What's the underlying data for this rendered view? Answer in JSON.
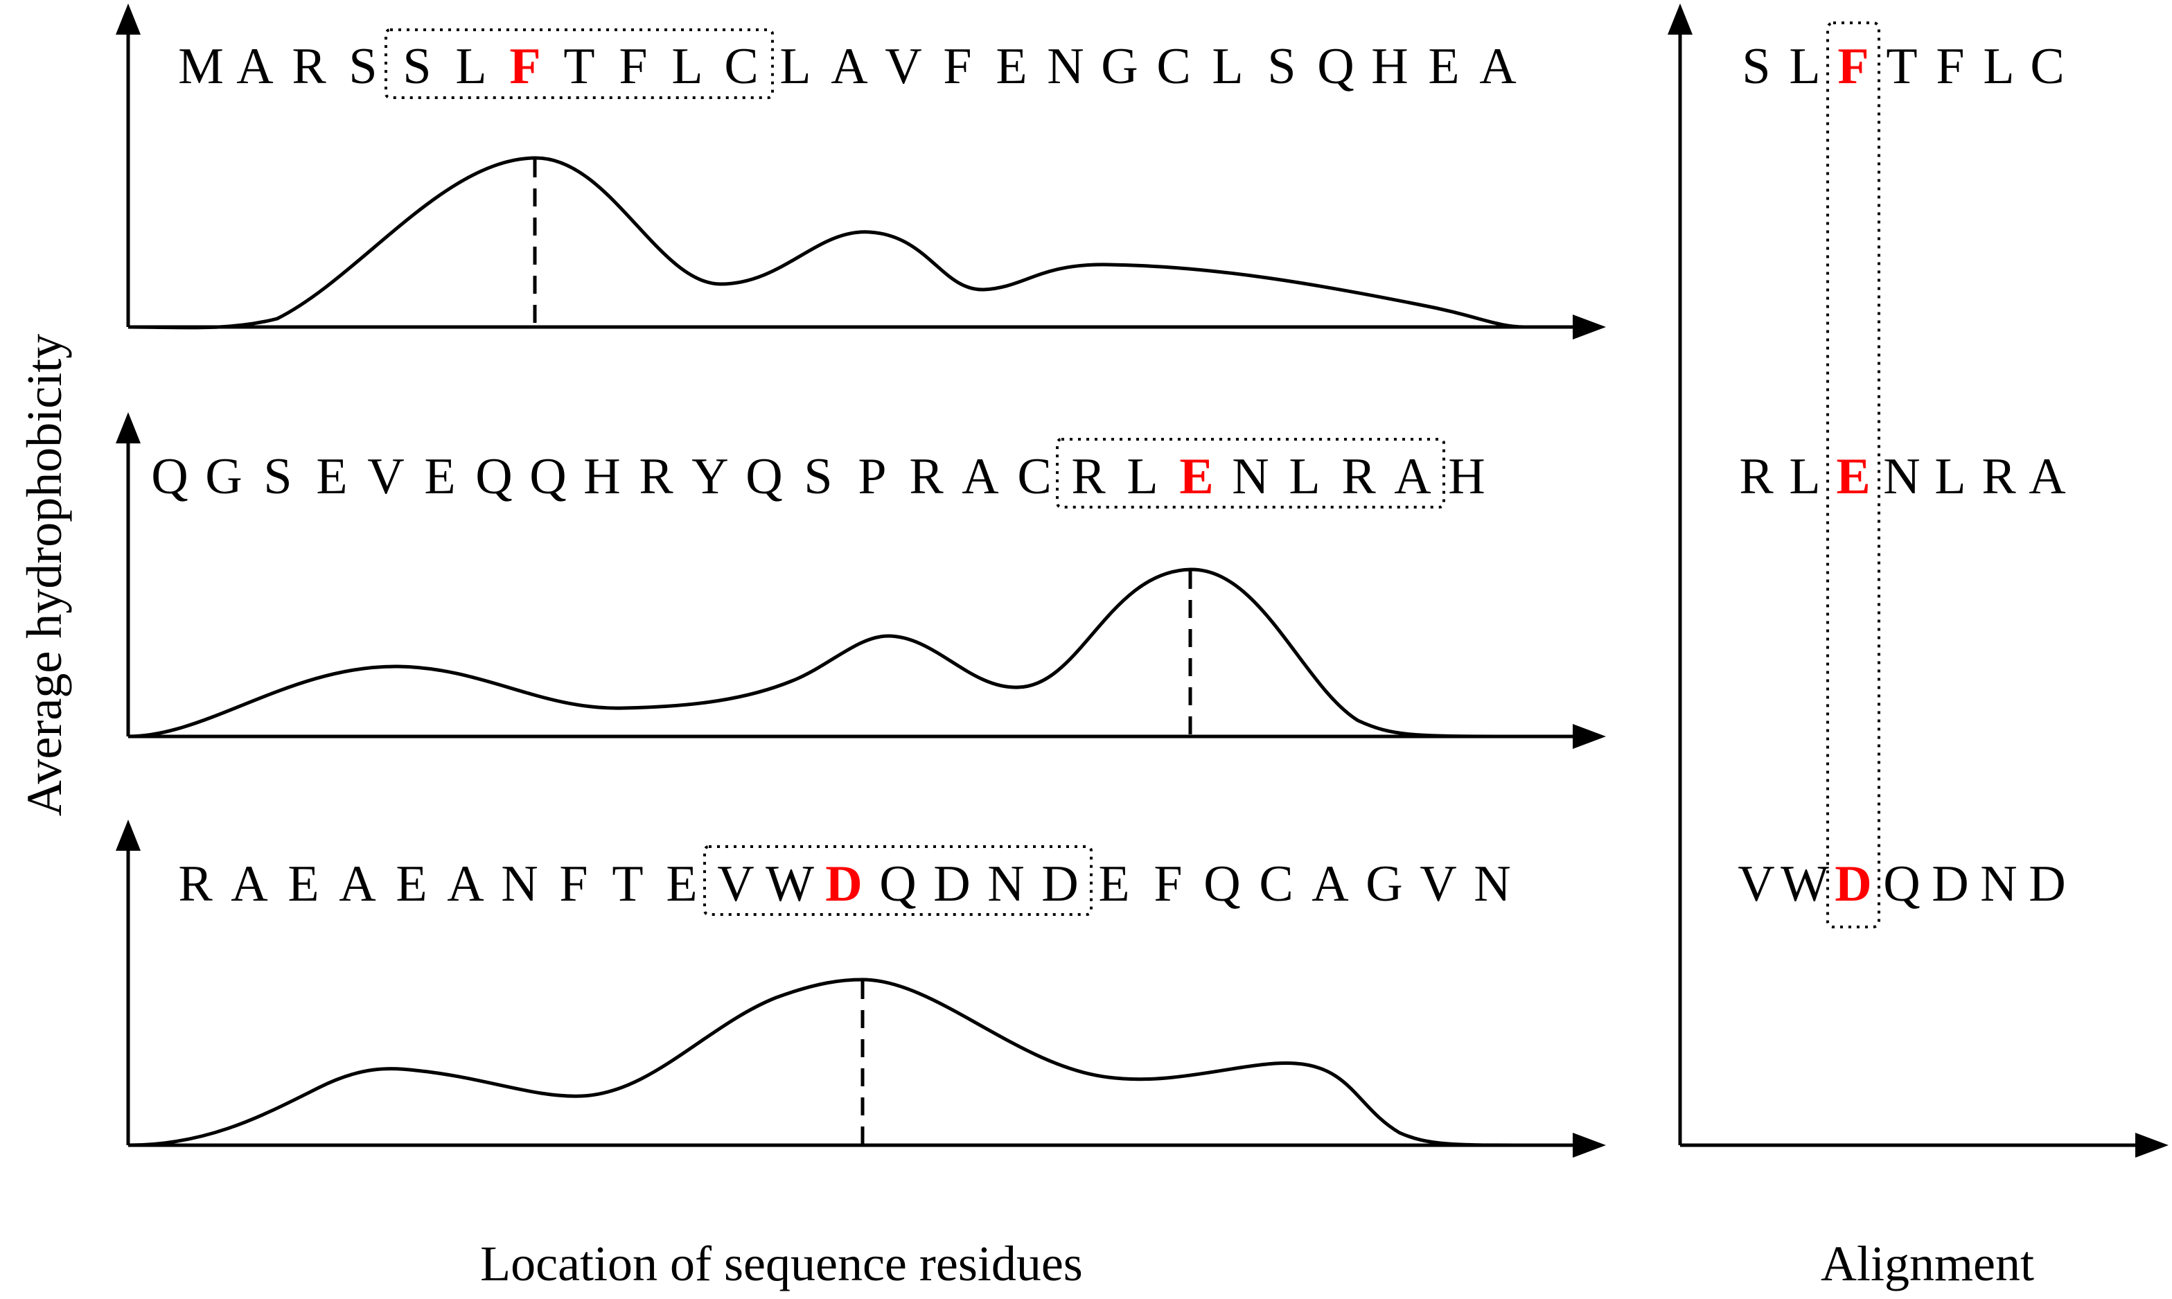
{
  "ylabel": "Average hydrophobicity",
  "xlabel": "Location of sequence residues",
  "alignment_label": "Alignment",
  "highlight_color": "#ff0000",
  "panels": [
    {
      "sequence": [
        "M",
        "A",
        "R",
        "S",
        "S",
        "L",
        "F",
        "T",
        "F",
        "L",
        "C",
        "L",
        "A",
        "V",
        "F",
        "E",
        "N",
        "G",
        "C",
        "L",
        "S",
        "Q",
        "H",
        "E",
        "A"
      ],
      "box_start": 4,
      "box_end": 10,
      "highlight": 6
    },
    {
      "sequence": [
        "Q",
        "G",
        "S",
        "E",
        "V",
        "E",
        "Q",
        "Q",
        "H",
        "R",
        "Y",
        "Q",
        "S",
        "P",
        "R",
        "A",
        "C",
        "R",
        "L",
        "E",
        "N",
        "L",
        "R",
        "A",
        "H"
      ],
      "box_start": 17,
      "box_end": 23,
      "highlight": 19
    },
    {
      "sequence": [
        "R",
        "A",
        "E",
        "A",
        "E",
        "A",
        "N",
        "F",
        "T",
        "E",
        "V",
        "W",
        "D",
        "Q",
        "D",
        "N",
        "D",
        "E",
        "F",
        "Q",
        "C",
        "A",
        "G",
        "V",
        "N"
      ],
      "box_start": 10,
      "box_end": 16,
      "highlight": 12
    }
  ],
  "alignment": [
    {
      "residues": [
        "S",
        "L",
        "F",
        "T",
        "F",
        "L",
        "C"
      ],
      "highlight": 2
    },
    {
      "residues": [
        "R",
        "L",
        "E",
        "N",
        "L",
        "R",
        "A"
      ],
      "highlight": 2
    },
    {
      "residues": [
        "V",
        "W",
        "D",
        "Q",
        "D",
        "N",
        "D"
      ],
      "highlight": 2
    }
  ]
}
